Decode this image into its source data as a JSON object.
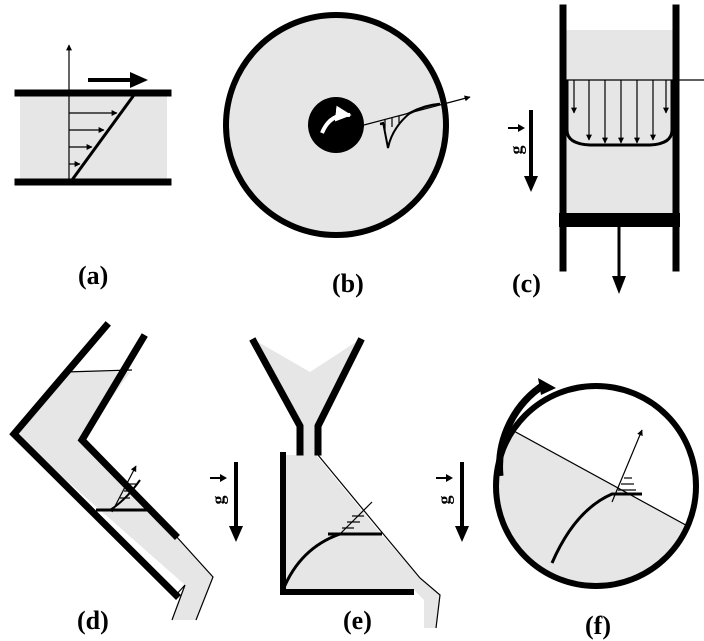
{
  "panels": {
    "a": {
      "label": "(a)"
    },
    "b": {
      "label": "(b)"
    },
    "c": {
      "label": "(c)",
      "gravity_label": "g"
    },
    "d": {
      "label": "(d)",
      "gravity_label": "g"
    },
    "e": {
      "label": "(e)"
    },
    "f": {
      "label": "(f)",
      "gravity_label": "g"
    }
  }
}
